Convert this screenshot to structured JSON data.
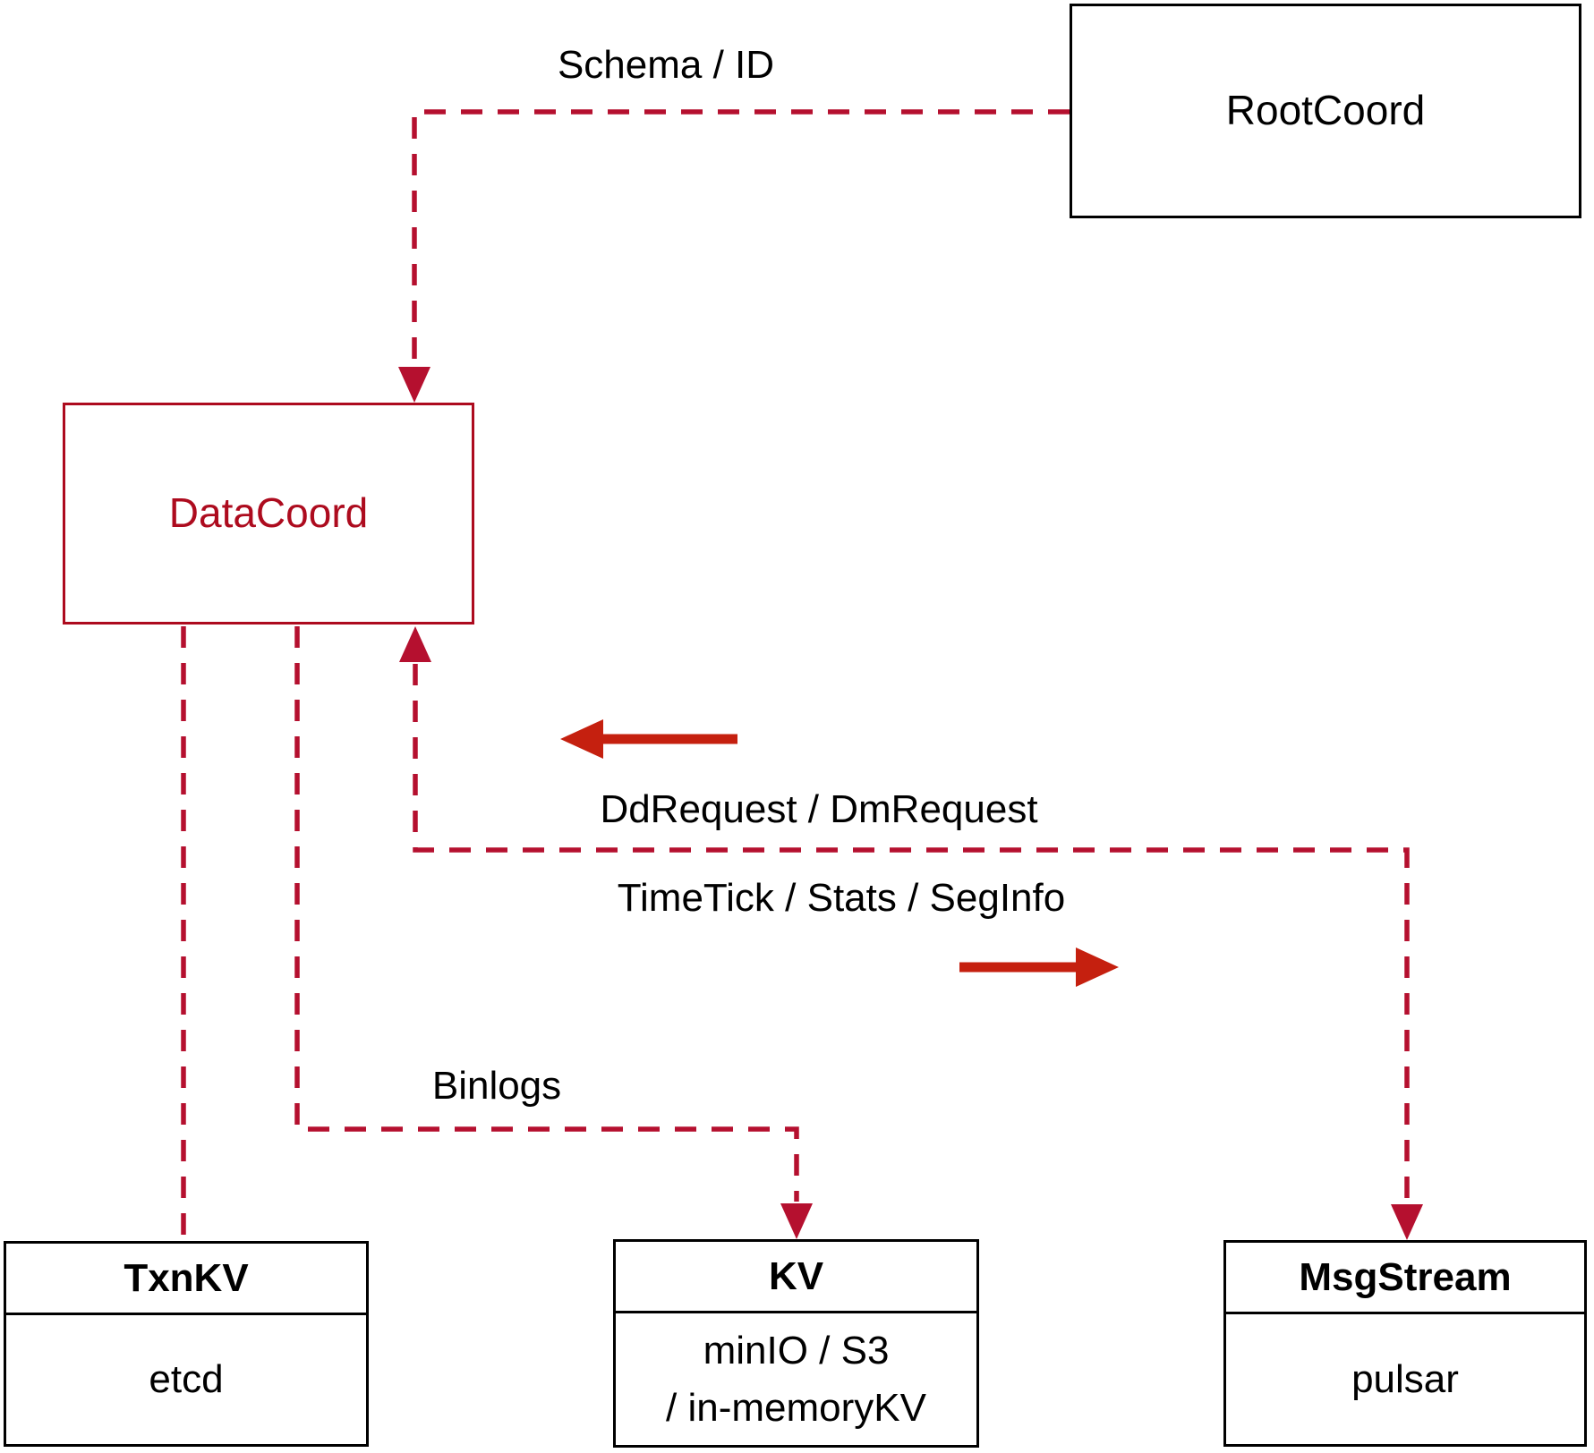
{
  "nodes": {
    "rootcoord": {
      "label": "RootCoord"
    },
    "datacoord": {
      "label": "DataCoord"
    },
    "txnkv": {
      "title": "TxnKV",
      "impl": "etcd"
    },
    "kv": {
      "title": "KV",
      "impl_line1": "minIO / S3",
      "impl_line2": "/ in-memoryKV"
    },
    "msgstream": {
      "title": "MsgStream",
      "impl": "pulsar"
    }
  },
  "edges": {
    "schema_id": {
      "label": "Schema / ID"
    },
    "dd_dm_request": {
      "label": "DdRequest / DmRequest"
    },
    "timetick": {
      "label": "TimeTick / Stats / SegInfo"
    },
    "binlogs": {
      "label": "Binlogs"
    }
  },
  "colors": {
    "dashed_line": "#b5102f",
    "solid_arrow": "#c5200f",
    "datacoord_accent": "#ad0b1e",
    "node_border": "#000000",
    "label_text": "#000000",
    "background": "#ffffff"
  }
}
